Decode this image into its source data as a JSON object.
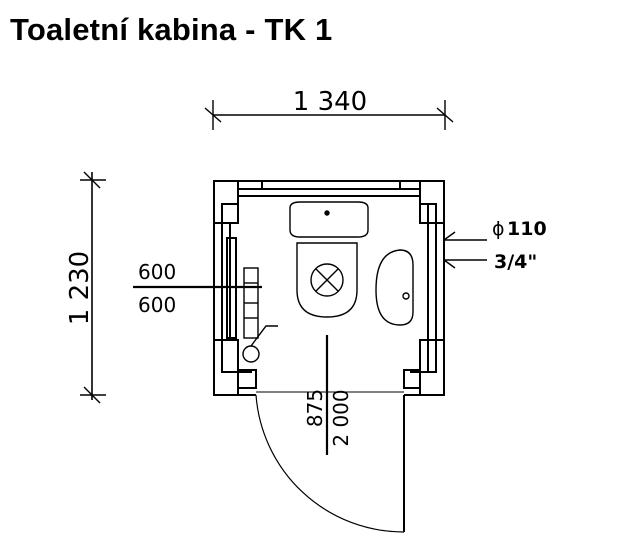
{
  "title": "Toaletní kabina - TK 1",
  "dimensions": {
    "width": "1 340",
    "height": "1 230",
    "wall_top": "600",
    "wall_bottom": "600",
    "door_width": "875",
    "door_height": "2 000"
  },
  "pipes": {
    "drain": "110",
    "water": "3/4\""
  },
  "colors": {
    "line": "#000000",
    "background": "#ffffff"
  }
}
